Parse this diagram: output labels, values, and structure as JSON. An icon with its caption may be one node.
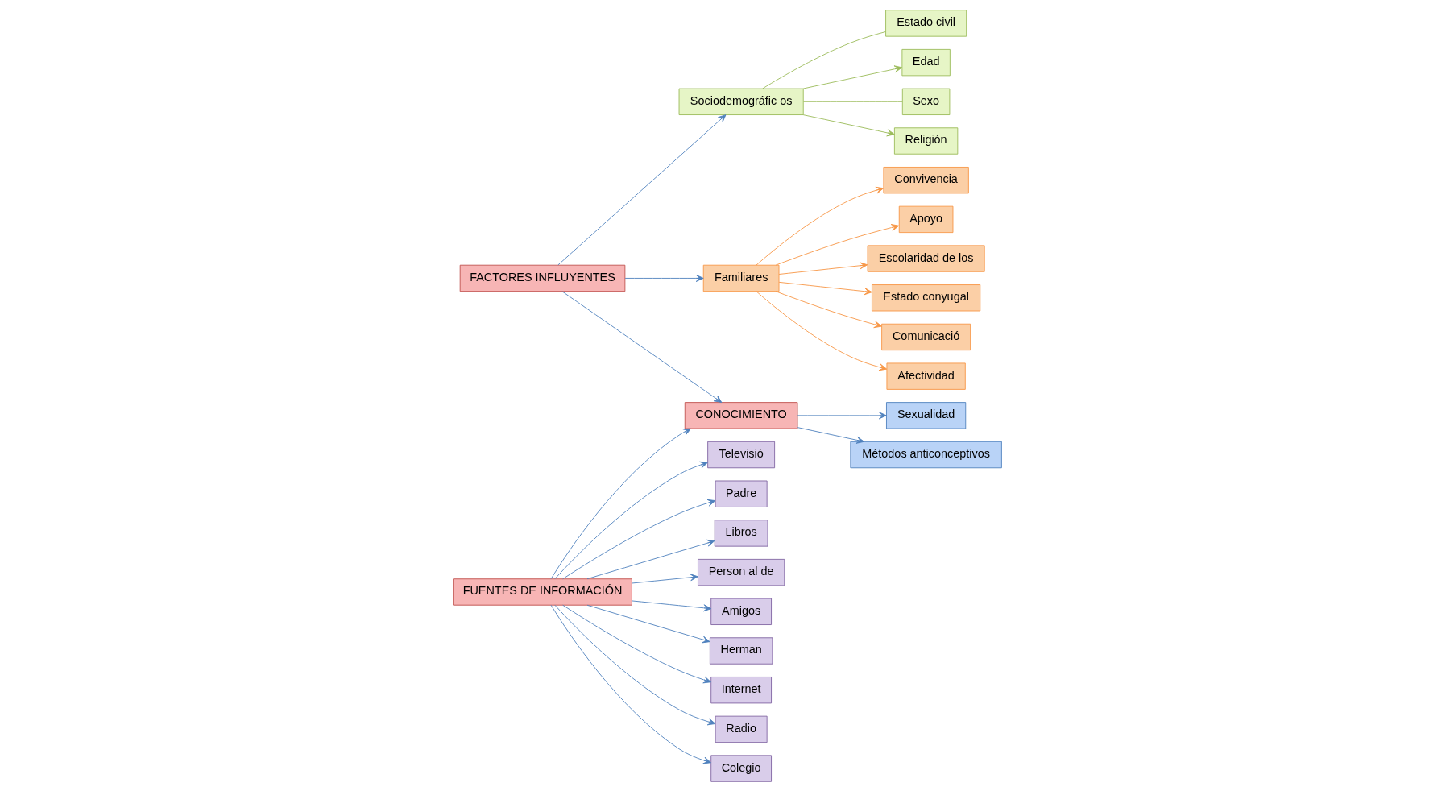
{
  "diagram": {
    "nodes": [
      {
        "text": [
          "Estado civil"
        ]
      },
      {
        "text": [
          "Edad"
        ]
      },
      {
        "text": [
          "Sexo"
        ]
      },
      {
        "text": [
          "Sexualidad"
        ]
      },
      {
        "text": [
          "Métodos anticonceptivos"
        ]
      },
      {
        "text": [
          "Sociodemográfic os"
        ]
      },
      {
        "text": [
          "Religión"
        ]
      },
      {
        "text": [
          "Person al de"
        ]
      },
      {
        "text": [
          "Amigos"
        ]
      },
      {
        "text": [
          "Herman"
        ]
      },
      {
        "text": [
          "Internet"
        ]
      },
      {
        "text": [
          "FUENTES DE INFORMACIÓN"
        ]
      },
      {
        "text": [
          "CONOCIMIENTO"
        ]
      },
      {
        "text": [
          "FACTORES INFLUYENTES"
        ]
      },
      {
        "text": [
          "Radio"
        ]
      },
      {
        "text": [
          "Colegio"
        ]
      },
      {
        "text": [
          "Televisió"
        ]
      },
      {
        "text": [
          "Padre"
        ]
      },
      {
        "text": [
          "Libros"
        ]
      },
      {
        "text": [
          "Convivencia"
        ]
      },
      {
        "text": [
          "Apoyo"
        ]
      },
      {
        "text": [
          "Familiares"
        ]
      },
      {
        "text": [
          "Escolaridad de los"
        ]
      },
      {
        "text": [
          "Estado conyugal"
        ]
      },
      {
        "text": [
          "Comunicació"
        ]
      },
      {
        "text": [
          "Afectividad"
        ]
      }
    ],
    "edges": [
      {
        "from": 11,
        "to": 7,
        "arrow": "to"
      },
      {
        "from": 11,
        "to": 8,
        "arrow": "to"
      },
      {
        "from": 11,
        "to": 9,
        "arrow": "to"
      },
      {
        "from": 11,
        "to": 10,
        "arrow": "to"
      },
      {
        "from": 11,
        "to": 14,
        "arrow": "to"
      },
      {
        "from": 11,
        "to": 15,
        "arrow": "to"
      },
      {
        "from": 11,
        "to": 16,
        "arrow": "to"
      },
      {
        "from": 11,
        "to": 17,
        "arrow": "to"
      },
      {
        "from": 11,
        "to": 18,
        "arrow": "to"
      },
      {
        "from": 11,
        "to": 12,
        "arrow": "to"
      },
      {
        "from": 12,
        "to": 3,
        "arrow": "to"
      },
      {
        "from": 12,
        "to": 4,
        "arrow": "to"
      },
      {
        "from": 13,
        "to": 12,
        "arrow": "to"
      },
      {
        "from": 13,
        "to": 5,
        "arrow": "to"
      },
      {
        "from": 13,
        "to": 21,
        "arrow": "to"
      },
      {
        "from": 5,
        "to": 0,
        "arrow": "none",
        "color": "#9bbb59"
      },
      {
        "from": 5,
        "to": 1,
        "arrow": "to",
        "color": "#9bbb59"
      },
      {
        "from": 5,
        "to": 2,
        "arrow": "none",
        "color": "#9bbb59"
      },
      {
        "from": 5,
        "to": 6,
        "arrow": "to",
        "color": "#9bbb59"
      },
      {
        "from": 21,
        "to": 19,
        "arrow": "to",
        "color": "#f79646"
      },
      {
        "from": 21,
        "to": 20,
        "arrow": "to",
        "color": "#f79646"
      },
      {
        "from": 21,
        "to": 22,
        "arrow": "to",
        "color": "#f79646"
      },
      {
        "from": 21,
        "to": 23,
        "arrow": "to",
        "color": "#f79646"
      },
      {
        "from": 21,
        "to": 24,
        "arrow": "to",
        "color": "#f79646"
      },
      {
        "from": 21,
        "to": 25,
        "arrow": "to",
        "color": "#f79646"
      }
    ]
  }
}
